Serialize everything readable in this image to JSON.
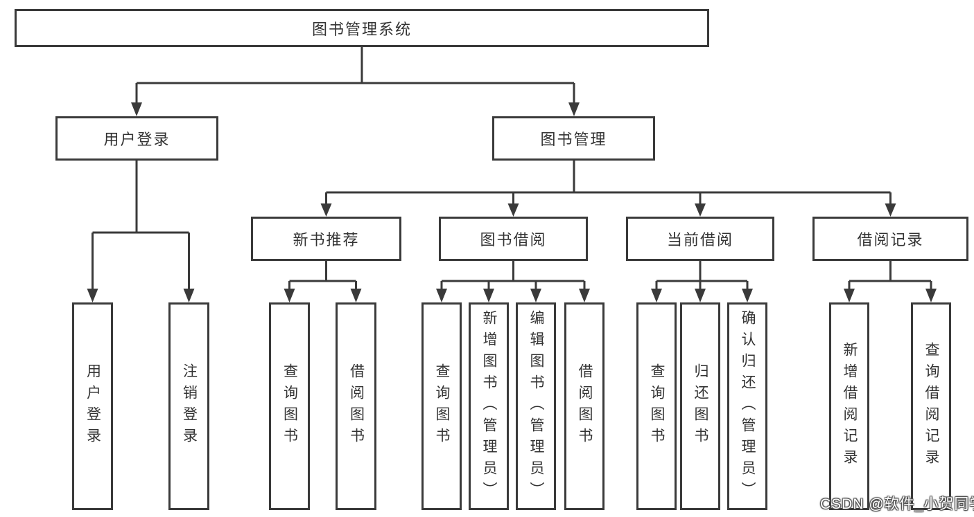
{
  "diagram": {
    "root": {
      "label": "图书管理系统"
    },
    "branches": [
      {
        "label": "用户登录",
        "children": [
          {
            "label": "用户登录"
          },
          {
            "label": "注销登录"
          }
        ]
      },
      {
        "label": "图书管理",
        "children": [
          {
            "label": "新书推荐",
            "children": [
              {
                "label": "查询图书"
              },
              {
                "label": "借阅图书"
              }
            ]
          },
          {
            "label": "图书借阅",
            "children": [
              {
                "label": "查询图书"
              },
              {
                "label": "新增图书（管理员）"
              },
              {
                "label": "编辑图书（管理员）"
              },
              {
                "label": "借阅图书"
              }
            ]
          },
          {
            "label": "当前借阅",
            "children": [
              {
                "label": "查询图书"
              },
              {
                "label": "归还图书"
              },
              {
                "label": "确认归还（管理员）"
              }
            ]
          },
          {
            "label": "借阅记录",
            "children": [
              {
                "label": "新增借阅记录"
              },
              {
                "label": "查询借阅记录"
              }
            ]
          }
        ]
      }
    ]
  },
  "watermark": {
    "text": "CSDN @软件_小贺同学"
  },
  "colors": {
    "line": "#3a3a3a",
    "text": "#333333",
    "background": "#ffffff",
    "watermark_fill": "#ffffff",
    "watermark_outline": "#4d4d4d"
  }
}
